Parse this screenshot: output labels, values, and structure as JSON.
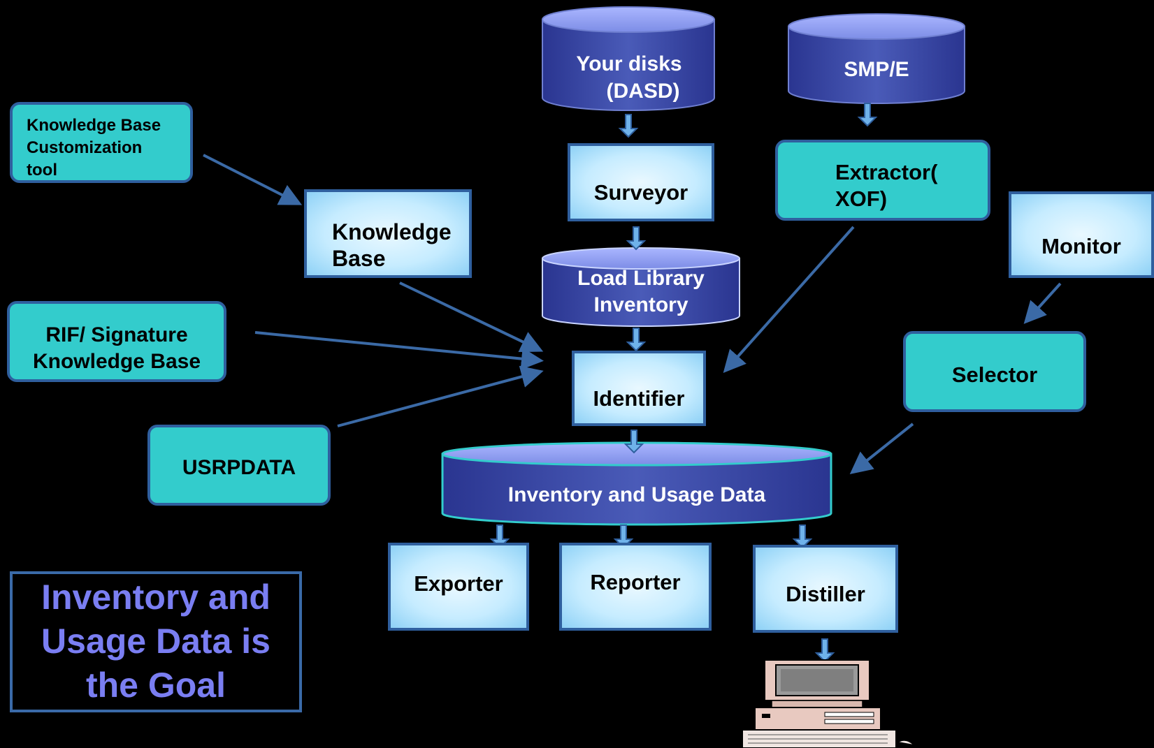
{
  "colors": {
    "teal": "#33cccc",
    "border": "#2f5f9e",
    "cylinder": "#3e4ea8",
    "cylinder_top": "#8e9cf0",
    "goal_text": "#7a7ef2"
  },
  "nodes": {
    "your_disks": [
      "Your disks",
      "(DASD)"
    ],
    "smpe": "SMP/E",
    "kb_custom": [
      "Knowledge Base",
      "Customization",
      "tool"
    ],
    "knowledge_base": [
      "Knowledge",
      "Base"
    ],
    "surveyor": "Surveyor",
    "extractor": [
      "Extractor(",
      "XOF)"
    ],
    "monitor": "Monitor",
    "load_library": [
      "Load Library",
      "Inventory"
    ],
    "rif": [
      "RIF/  Signature",
      "Knowledge Base"
    ],
    "identifier": "Identifier",
    "selector": "Selector",
    "usrpdata": "USRPDATA",
    "inventory_usage": "Inventory and Usage Data",
    "exporter": "Exporter",
    "reporter": "Reporter",
    "distiller": "Distiller",
    "goal": [
      "Inventory and",
      "Usage Data is",
      "the Goal"
    ]
  },
  "icons": {
    "computer": "computer-icon"
  }
}
